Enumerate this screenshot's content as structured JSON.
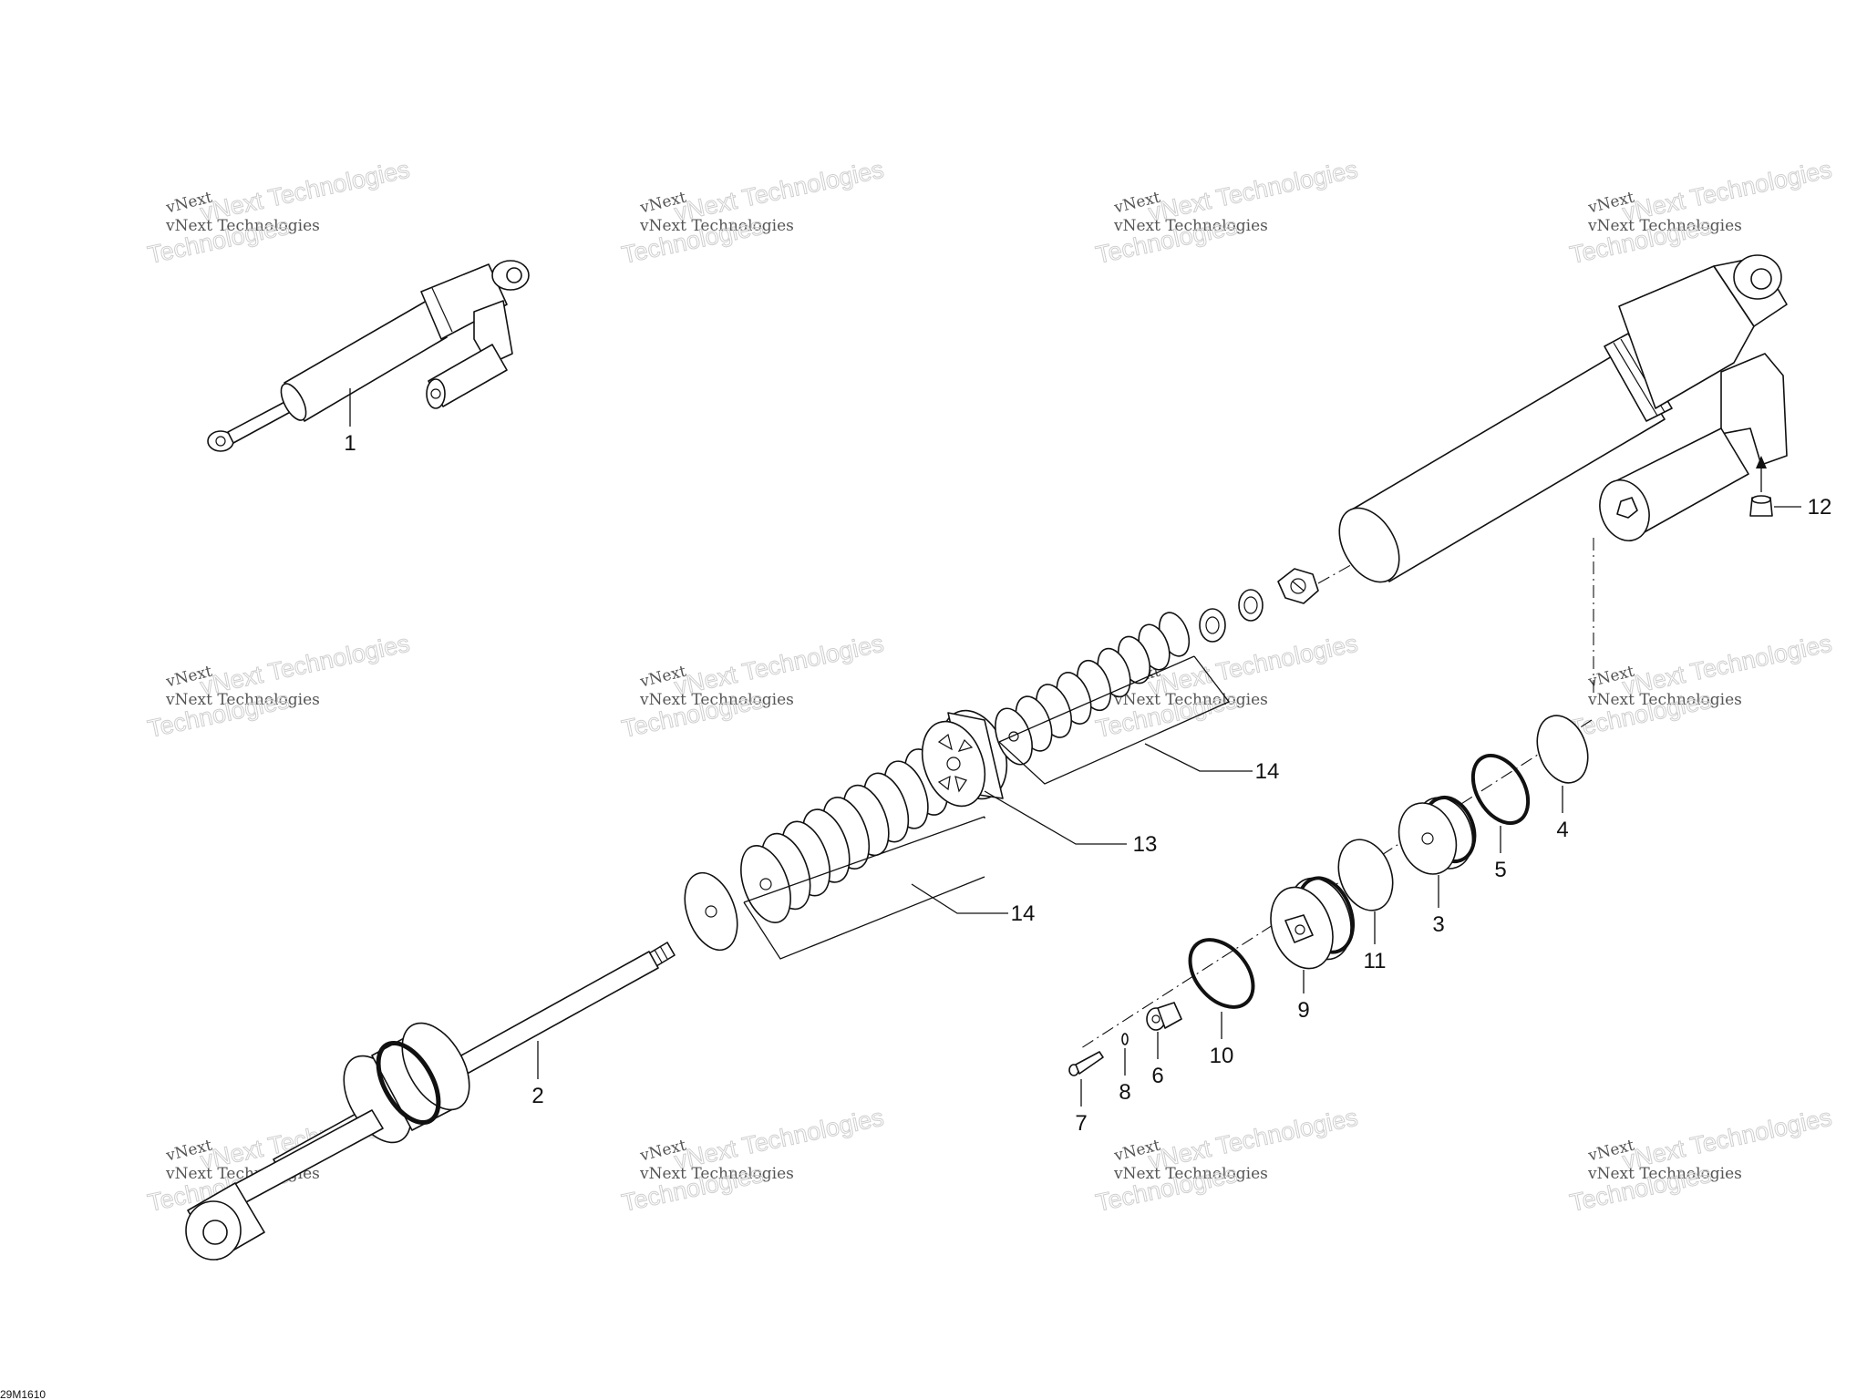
{
  "diagram": {
    "figure_code": "29M1610",
    "watermark": {
      "line_small": "vNext Technologies",
      "line_big": "Technologies",
      "line_top": "vNext"
    },
    "callouts": [
      {
        "id": "c1",
        "label": "1"
      },
      {
        "id": "c2",
        "label": "2"
      },
      {
        "id": "c3",
        "label": "3"
      },
      {
        "id": "c4",
        "label": "4"
      },
      {
        "id": "c5",
        "label": "5"
      },
      {
        "id": "c6",
        "label": "6"
      },
      {
        "id": "c7",
        "label": "7"
      },
      {
        "id": "c8",
        "label": "8"
      },
      {
        "id": "c9",
        "label": "9"
      },
      {
        "id": "c10",
        "label": "10"
      },
      {
        "id": "c11",
        "label": "11"
      },
      {
        "id": "c12",
        "label": "12"
      },
      {
        "id": "c13",
        "label": "13"
      },
      {
        "id": "c14a",
        "label": "14"
      },
      {
        "id": "c14b",
        "label": "14"
      }
    ]
  }
}
